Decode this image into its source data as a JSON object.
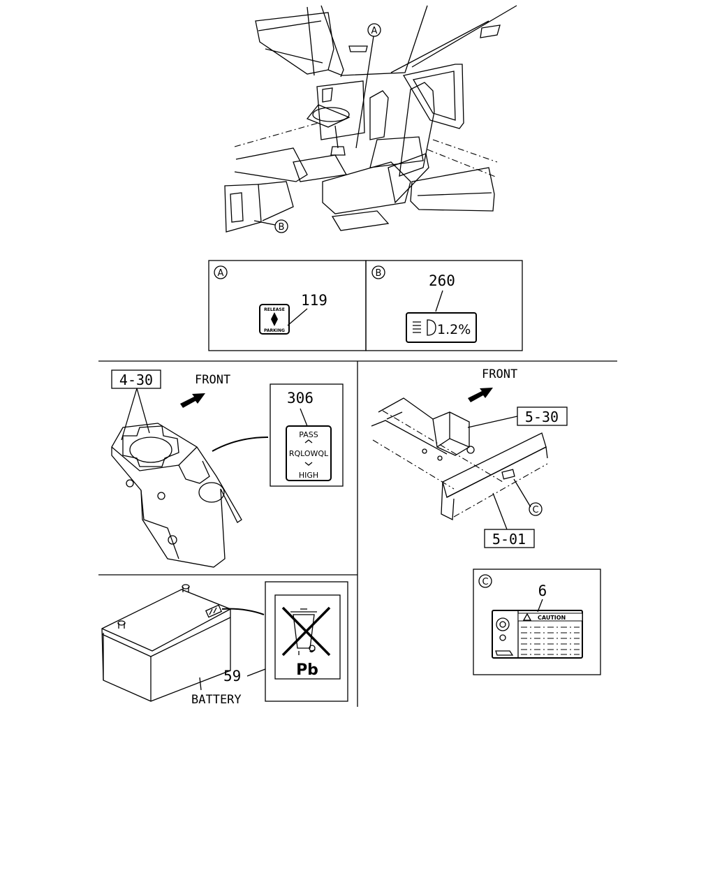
{
  "callouts": {
    "a_circle": "A",
    "b_circle": "B",
    "c_circle": "C"
  },
  "panel_a": {
    "letter": "A",
    "part_no": "119",
    "label_top": "RELEASE",
    "label_bottom": "PARKING"
  },
  "panel_b": {
    "letter": "B",
    "part_no": "260",
    "label_value": "1.2%"
  },
  "section_stalk": {
    "ref": "4-30",
    "front": "FRONT",
    "part_no": "306",
    "pass": "PASS",
    "middle": "RQLOWQL",
    "high": "HIGH"
  },
  "section_frame": {
    "front": "FRONT",
    "ref_upper": "5-30",
    "ref_lower": "5-01"
  },
  "section_battery": {
    "part_no": "59",
    "caption": "BATTERY",
    "symbol_text": "Pb"
  },
  "panel_c": {
    "letter": "C",
    "part_no": "6",
    "caution": "CAUTION"
  }
}
